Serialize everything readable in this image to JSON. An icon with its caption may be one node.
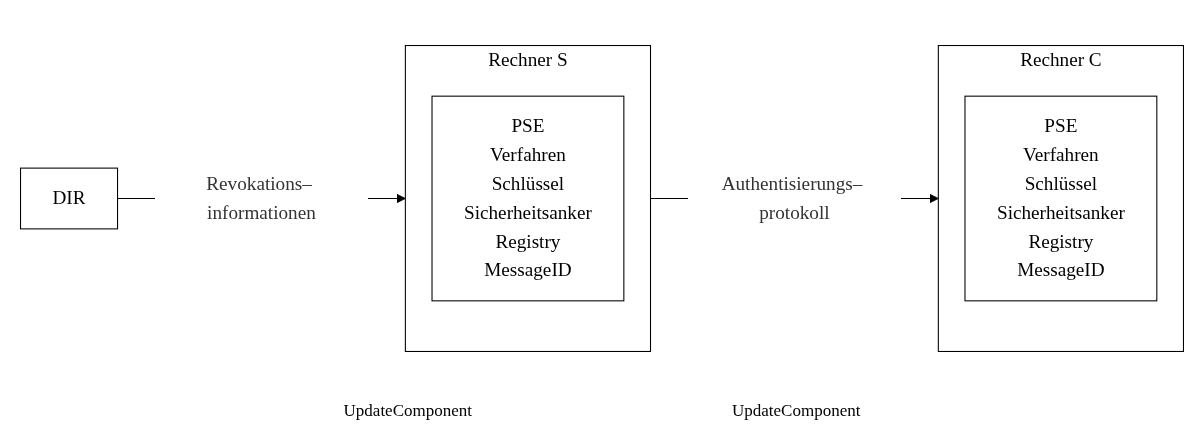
{
  "diagram": {
    "nodes": [
      {
        "text": [
          "DIR"
        ]
      },
      {
        "text": [
          "Rechner S"
        ]
      },
      {
        "text": [
          "PSE",
          "Verfahren",
          "Schlüssel",
          "Sicherheitsanker",
          "Registry",
          "MessageID"
        ],
        "in": 1
      },
      {
        "text": [
          "Rechner C"
        ]
      },
      {
        "text": [
          "PSE",
          "Verfahren",
          "Schlüssel",
          "Sicherheitsanker",
          "Registry",
          "MessageID"
        ],
        "in": 3
      }
    ],
    "edges": [
      {
        "from": 0,
        "to": 1,
        "arrow": "to",
        "label": "Revokations– informationen"
      },
      {
        "from": 1,
        "to": 3,
        "arrow": "to",
        "label": "Authentisierungs– protokoll"
      }
    ],
    "labels": [
      "UpdateComponent",
      "UpdateComponent"
    ]
  }
}
